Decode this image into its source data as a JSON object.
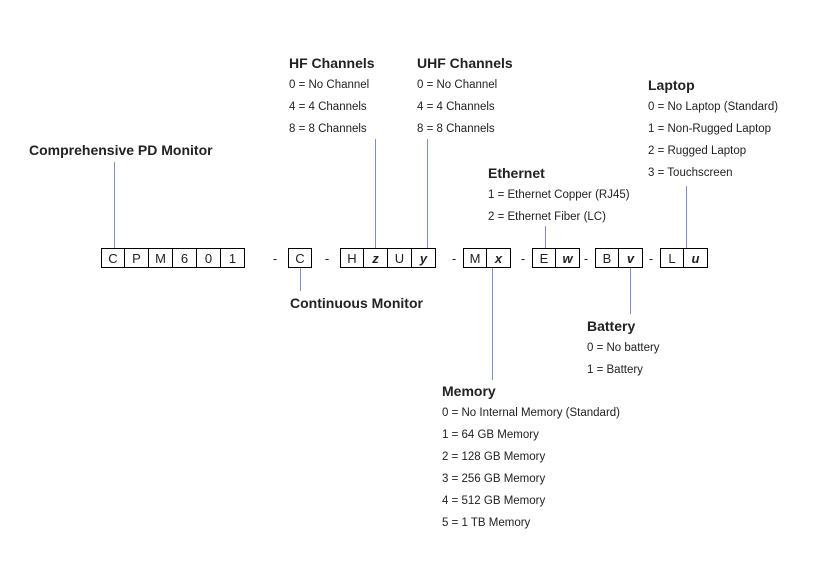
{
  "model_code": {
    "groups": [
      [
        {
          "ch": "C",
          "var": false
        },
        {
          "ch": "P",
          "var": false
        },
        {
          "ch": "M",
          "var": false
        },
        {
          "ch": "6",
          "var": false
        },
        {
          "ch": "0",
          "var": false
        },
        {
          "ch": "1",
          "var": false
        }
      ],
      [
        {
          "ch": "C",
          "var": false
        }
      ],
      [
        {
          "ch": "H",
          "var": false
        },
        {
          "ch": "z",
          "var": true
        },
        {
          "ch": "U",
          "var": false
        },
        {
          "ch": "y",
          "var": true
        }
      ],
      [
        {
          "ch": "M",
          "var": false
        },
        {
          "ch": "x",
          "var": true
        }
      ],
      [
        {
          "ch": "E",
          "var": false
        },
        {
          "ch": "w",
          "var": true
        }
      ],
      [
        {
          "ch": "B",
          "var": false
        },
        {
          "ch": "v",
          "var": true
        }
      ],
      [
        {
          "ch": "L",
          "var": false
        },
        {
          "ch": "u",
          "var": true
        }
      ]
    ],
    "separator": "-"
  },
  "fields": {
    "comprehensive": {
      "title": "Comprehensive PD Monitor"
    },
    "continuous": {
      "title": "Continuous Monitor"
    },
    "hf": {
      "title": "HF Channels",
      "options": [
        "0 = No Channel",
        "4 = 4 Channels",
        "8 = 8  Channels"
      ]
    },
    "uhf": {
      "title": "UHF Channels",
      "options": [
        "0 = No Channel",
        "4 = 4 Channels",
        "8 = 8  Channels"
      ]
    },
    "laptop": {
      "title": "Laptop",
      "options": [
        "0 = No Laptop (Standard)",
        "1 = Non-Rugged Laptop",
        "2 = Rugged Laptop",
        "3 = Touchscreen"
      ]
    },
    "ethernet": {
      "title": "Ethernet",
      "options": [
        "1 = Ethernet Copper (RJ45)",
        "2 = Ethernet Fiber (LC)"
      ]
    },
    "battery": {
      "title": "Battery",
      "options": [
        "0 = No battery",
        "1 = Battery"
      ]
    },
    "memory": {
      "title": "Memory",
      "options": [
        "0 = No Internal Memory (Standard)",
        "1 = 64 GB Memory",
        "2 = 128 GB Memory",
        "3 = 256 GB Memory",
        "4 = 512 GB Memory",
        "5 = 1 TB Memory"
      ]
    }
  },
  "colors": {
    "leader_line": "#7c8fc8",
    "box_border": "#000000"
  }
}
